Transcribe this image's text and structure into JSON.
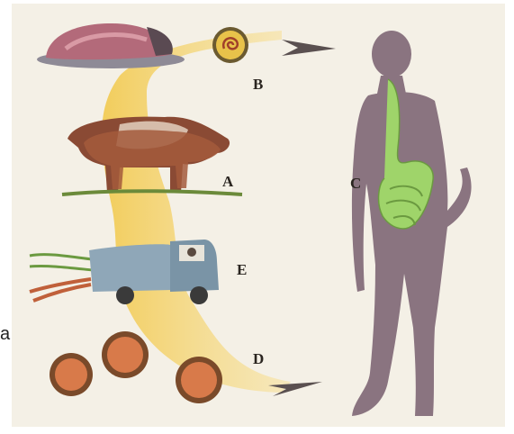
{
  "labels": {
    "a": "A",
    "b": "B",
    "c": "C",
    "d": "D",
    "e": "E"
  },
  "stray_text": "a",
  "icons": {
    "meat": "raw-meat-icon",
    "larva": "encysted-larva-icon",
    "cattle": "cattle-icon",
    "truck": "truck-icon",
    "eggs": "egg-icon",
    "human": "human-figure-icon"
  },
  "colors": {
    "flow": "#f2c94c",
    "body": "#8a7480",
    "digestive": "#9fd46a",
    "label": "#2a2520"
  }
}
